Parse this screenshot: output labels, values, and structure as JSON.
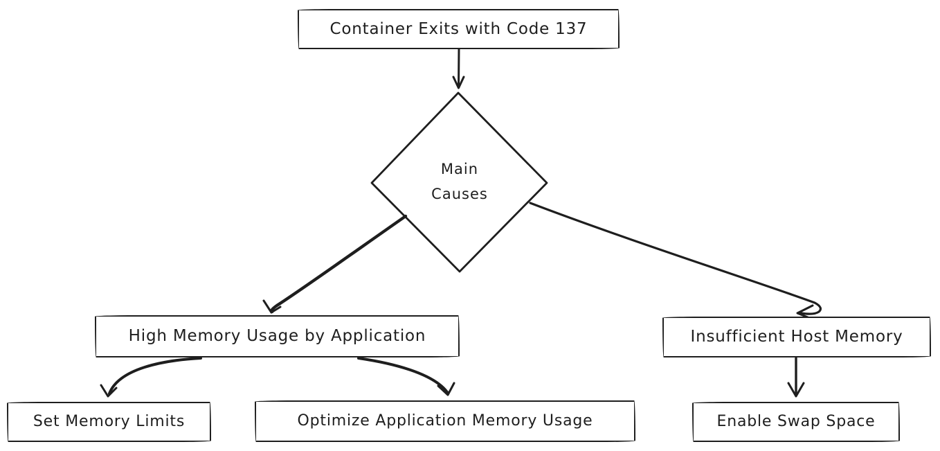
{
  "diagram": {
    "title": "Container exit code 137 troubleshooting flowchart",
    "background_color": "#ffffff",
    "stroke_color": "#1e1e1e",
    "nodes": {
      "root": {
        "id": "container-exits",
        "shape": "rectangle",
        "label": "Container Exits with Code 137"
      },
      "decision": {
        "id": "main-causes",
        "shape": "diamond",
        "label": "Main Causes",
        "label_lines": [
          "Main",
          "Causes"
        ]
      },
      "cause_high_memory": {
        "id": "high-memory-usage",
        "shape": "rectangle",
        "label": "High Memory Usage by Application"
      },
      "cause_insufficient_host": {
        "id": "insufficient-host-memory",
        "shape": "rectangle",
        "label": "Insufficient Host Memory"
      },
      "solution_set_limits": {
        "id": "set-memory-limits",
        "shape": "rectangle",
        "label": "Set Memory Limits"
      },
      "solution_optimize": {
        "id": "optimize-app-memory",
        "shape": "rectangle",
        "label": "Optimize Application Memory Usage"
      },
      "solution_swap": {
        "id": "enable-swap-space",
        "shape": "rectangle",
        "label": "Enable Swap Space"
      }
    },
    "edges": [
      {
        "from": "container-exits",
        "to": "main-causes",
        "style": "arrow"
      },
      {
        "from": "main-causes",
        "to": "high-memory-usage",
        "style": "arrow"
      },
      {
        "from": "main-causes",
        "to": "insufficient-host-memory",
        "style": "arrow"
      },
      {
        "from": "high-memory-usage",
        "to": "set-memory-limits",
        "style": "arrow"
      },
      {
        "from": "high-memory-usage",
        "to": "optimize-app-memory",
        "style": "arrow"
      },
      {
        "from": "insufficient-host-memory",
        "to": "enable-swap-space",
        "style": "arrow"
      }
    ]
  }
}
